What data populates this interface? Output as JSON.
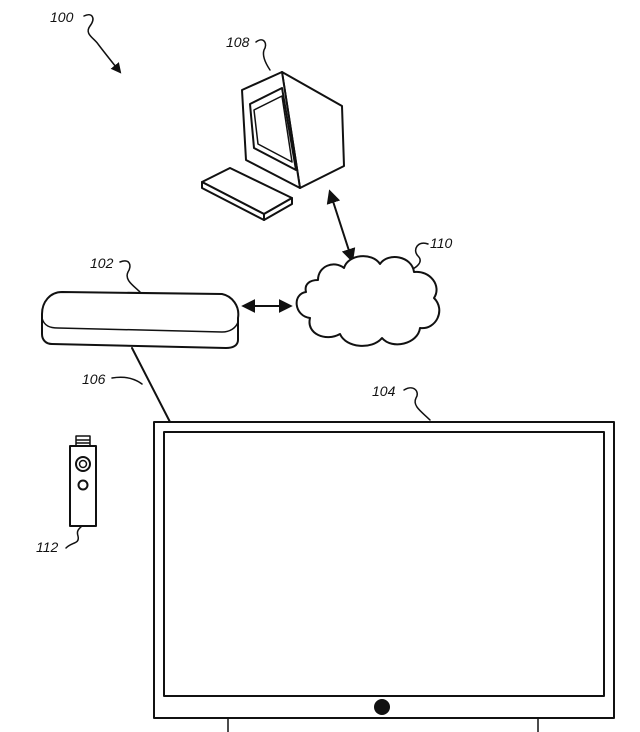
{
  "figure": {
    "labels": {
      "system": "100",
      "streaming_device": "102",
      "television": "104",
      "cable": "106",
      "computer": "108",
      "network": "110",
      "remote": "112"
    }
  }
}
